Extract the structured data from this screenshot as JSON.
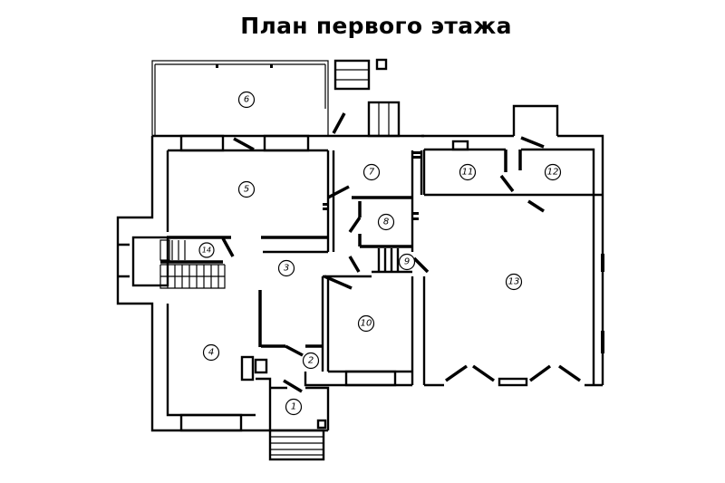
{
  "title": "План первого этажа",
  "rooms": [
    {
      "id": "6",
      "label": "6"
    },
    {
      "id": "5",
      "label": "5"
    },
    {
      "id": "7",
      "label": "7"
    },
    {
      "id": "8",
      "label": "8"
    },
    {
      "id": "9",
      "label": "9"
    },
    {
      "id": "3",
      "label": "3"
    },
    {
      "id": "14",
      "label": "14"
    },
    {
      "id": "4",
      "label": "4"
    },
    {
      "id": "2",
      "label": "2"
    },
    {
      "id": "1",
      "label": "1"
    },
    {
      "id": "10",
      "label": "10"
    },
    {
      "id": "11",
      "label": "11"
    },
    {
      "id": "12",
      "label": "12"
    },
    {
      "id": "13",
      "label": "13"
    }
  ]
}
